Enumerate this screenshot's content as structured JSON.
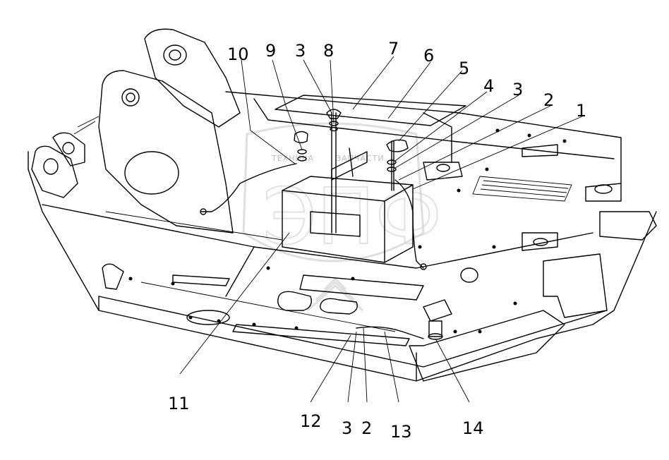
{
  "callouts": [
    {
      "id": "c10",
      "label": "10"
    },
    {
      "id": "c9",
      "label": "9"
    },
    {
      "id": "c3a",
      "label": "3"
    },
    {
      "id": "c8",
      "label": "8"
    },
    {
      "id": "c7",
      "label": "7"
    },
    {
      "id": "c6",
      "label": "6"
    },
    {
      "id": "c5",
      "label": "5"
    },
    {
      "id": "c4",
      "label": "4"
    },
    {
      "id": "c3b",
      "label": "3"
    },
    {
      "id": "c2a",
      "label": "2"
    },
    {
      "id": "c1",
      "label": "1"
    },
    {
      "id": "c11",
      "label": "11"
    },
    {
      "id": "c12",
      "label": "12"
    },
    {
      "id": "c3c",
      "label": "3"
    },
    {
      "id": "c2b",
      "label": "2"
    },
    {
      "id": "c13",
      "label": "13"
    },
    {
      "id": "c14",
      "label": "14"
    }
  ],
  "watermark": {
    "text_left": "ТЕХНИКА",
    "text_right": "ЗАПЧАСТИ",
    "letters": "ЭПФ"
  }
}
